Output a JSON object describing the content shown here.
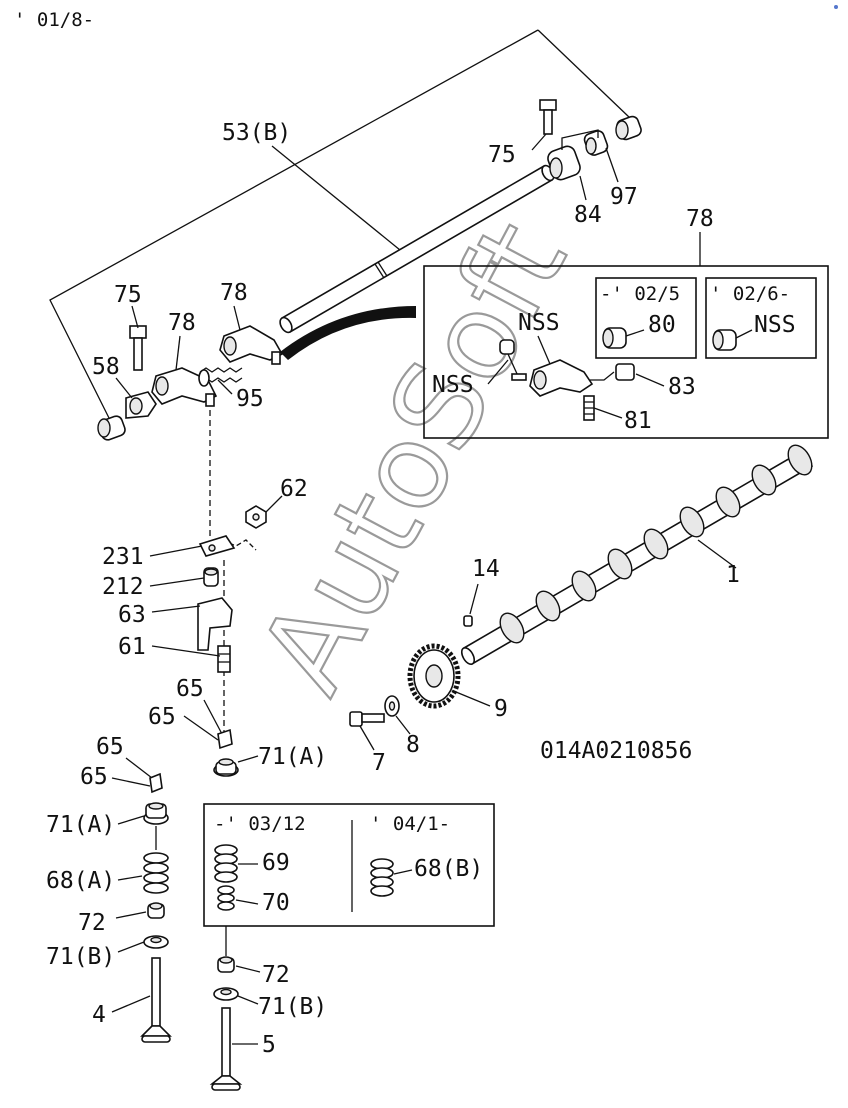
{
  "header": {
    "date_code": "' 01/8-"
  },
  "drawing_number": "014A0210856",
  "watermark": "AutoSoft",
  "labels": {
    "l53b": "53(B)",
    "l75a": "75",
    "l97": "97",
    "l84": "84",
    "l78top": "78",
    "l75b": "75",
    "l78a": "78",
    "l78b": "78",
    "l58": "58",
    "l95": "95",
    "l62": "62",
    "l231": "231",
    "l212": "212",
    "l63": "63",
    "l61": "61",
    "l14": "14",
    "l1": "1",
    "l65a": "65",
    "l65b": "65",
    "l65c": "65",
    "l65d": "65",
    "l71a1": "71(A)",
    "l71a2": "71(A)",
    "l9": "9",
    "l7": "7",
    "l8": "8",
    "l68a": "68(A)",
    "l72a": "72",
    "l71b1": "71(B)",
    "l4": "4",
    "l69": "69",
    "l70": "70",
    "l68b": "68(B)",
    "l72b": "72",
    "l71b2": "71(B)",
    "l5": "5",
    "nss1": "NSS",
    "nss2": "NSS",
    "nss3": "NSS",
    "l80": "80",
    "l83": "83",
    "l81": "81"
  },
  "inset_upper": {
    "date_a": "-' 02/5",
    "date_b": "' 02/6-"
  },
  "inset_lower": {
    "date_a": "-' 03/12",
    "date_b": "' 04/1-"
  }
}
